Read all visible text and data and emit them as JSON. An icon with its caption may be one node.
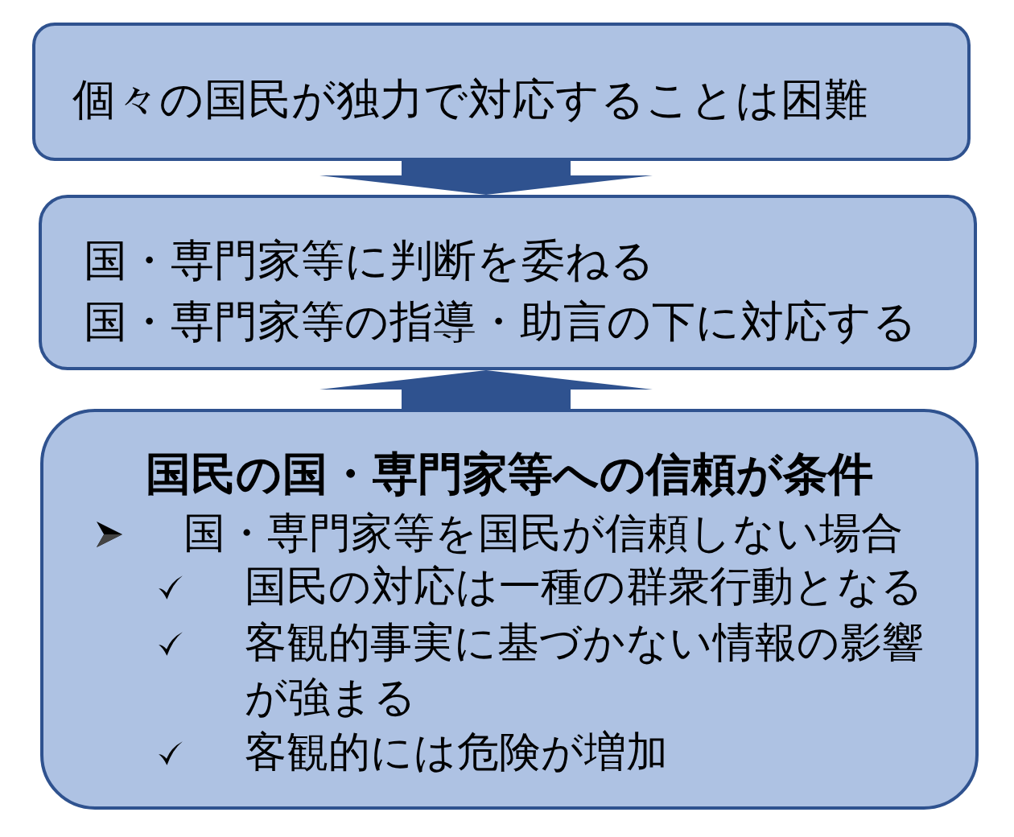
{
  "diagram": {
    "nodes": [
      {
        "text": [
          "個々の国民が独力で対応することは困難"
        ]
      },
      {
        "text": [
          "国・専門家等に判断を委ねる",
          "国・専門家等の指導・助言の下に対応する"
        ]
      },
      {
        "text": [
          "国民の国・専門家等への信頼が条件",
          "国・専門家等を国民が信頼しない場合",
          "国民の対応は一種の群衆行動となる",
          "客観的事実に基づかない情報の影響が強まる",
          "客観的には危険が増加"
        ]
      }
    ],
    "edges": [
      {
        "from": 0,
        "to": 1,
        "arrow": "to"
      },
      {
        "from": 2,
        "to": 1,
        "arrow": "to"
      }
    ]
  }
}
